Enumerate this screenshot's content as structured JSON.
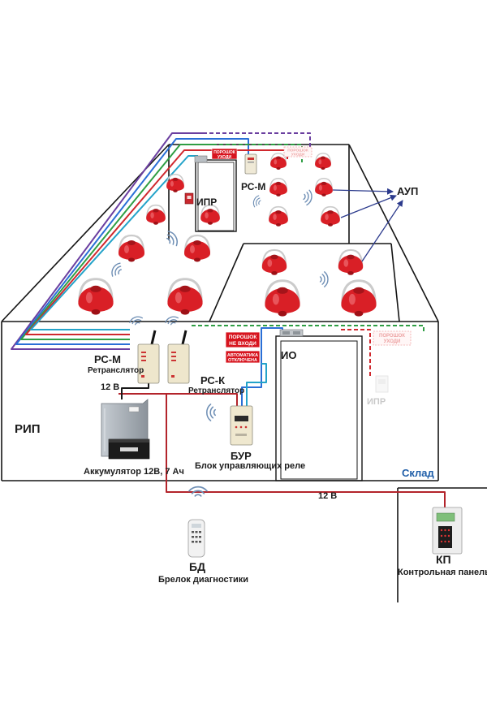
{
  "diagram": {
    "aup": "АУП",
    "upper_room": {
      "ipr": "ИПР",
      "rsm": "РС-М",
      "sign_leave": {
        "line1": "ПОРОШОК",
        "line2": "УХОДИ"
      },
      "sign_leave_optional": {
        "line1": "ПОРОШОК",
        "line2": "УХОДИ"
      }
    },
    "warehouse": {
      "rsm": {
        "name": "РС-М",
        "type": "Ретранслятор"
      },
      "rsk": {
        "name": "РС-К",
        "type": "Ретранслятор"
      },
      "rip_voltage": "12 В",
      "rip": "РИП",
      "battery": "Аккумулятор 12В, 7 Ач",
      "bur": {
        "name": "БУР",
        "description": "Блок управляющих реле"
      },
      "io": "ИО",
      "ipr_optional": "ИПР",
      "sign_no_entry": {
        "line1": "ПОРОШОК",
        "line2": "НЕ ВХОДИ"
      },
      "sign_auto_off": {
        "line1": "АВТОМАТИКА",
        "line2": "ОТКЛЮЧЕНА"
      },
      "sign_leave_optional": {
        "line1": "ПОРОШОК",
        "line2": "УХОДИ"
      },
      "room_name": "Склад"
    },
    "power_line_voltage": "12 В",
    "bd": {
      "name": "БД",
      "description": "Брелок диагностики"
    },
    "kp": {
      "name": "КП",
      "description": "Контрольная панель"
    }
  },
  "colors": {
    "wire_purple": "#6b3fa0",
    "wire_blue": "#2a6fd6",
    "wire_green": "#2f9e44",
    "wire_red": "#d0282e",
    "wire_cyan": "#24a3c9",
    "power_line": "#b3242b",
    "sign_red": "#d7141e",
    "sprinkler_red": "#d91f26",
    "aup_arrow": "#2b3a8c",
    "sklad_text": "#1f5ea8",
    "wave": "#6f8fb5"
  }
}
